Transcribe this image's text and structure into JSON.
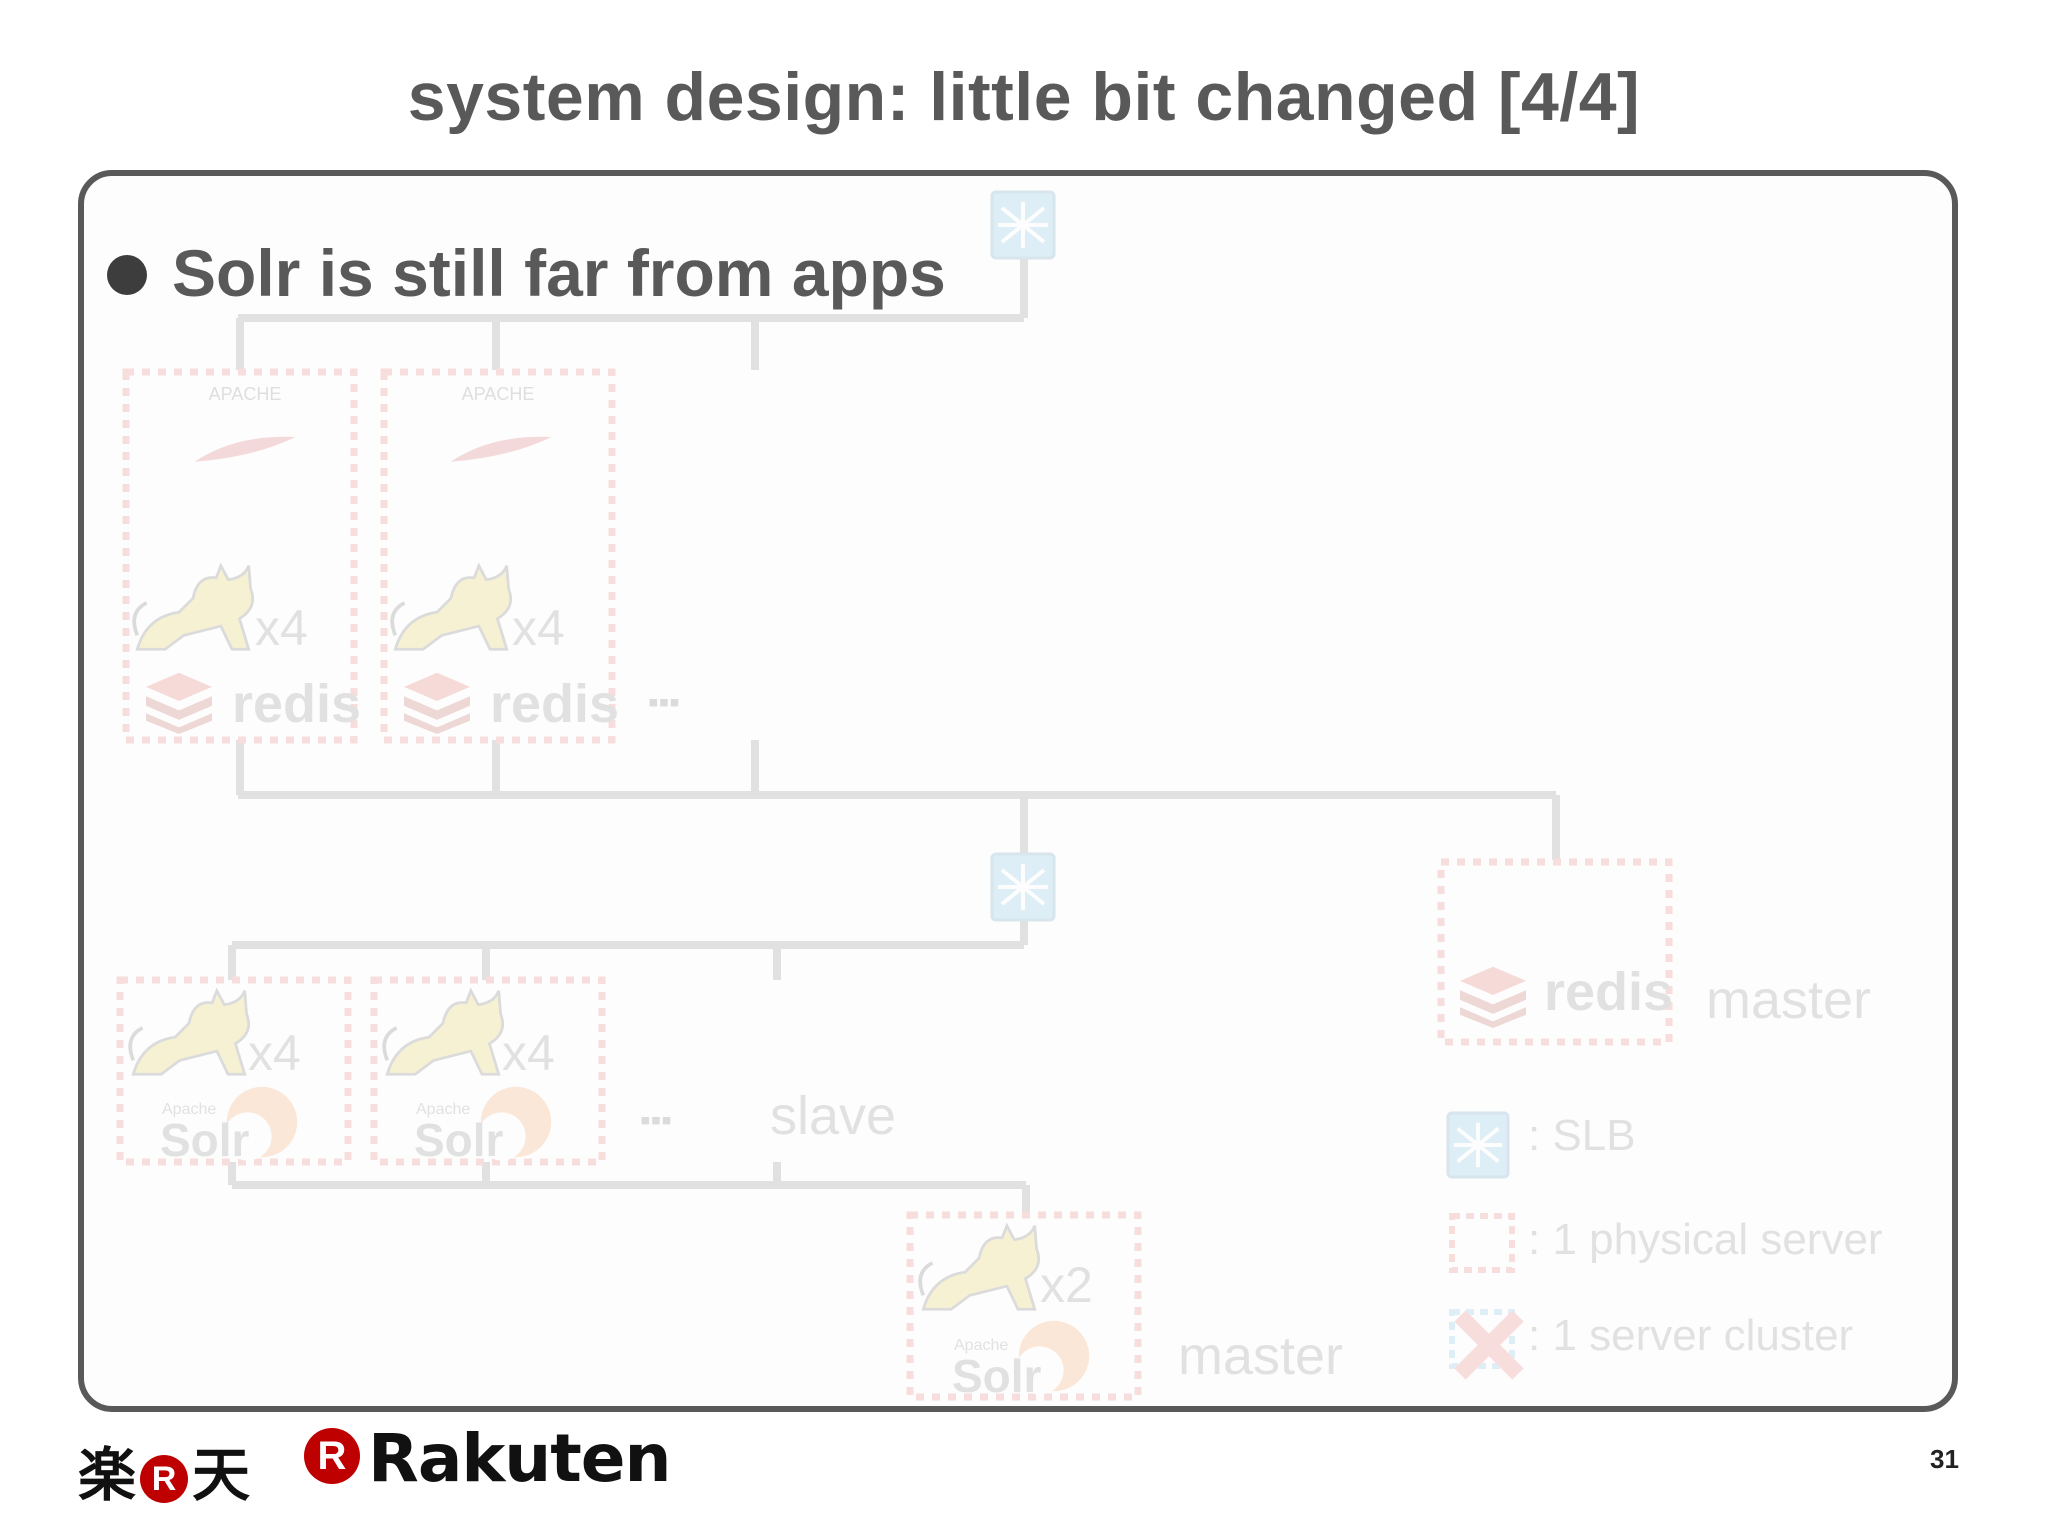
{
  "slide": {
    "title": "system design: little bit changed [4/4]",
    "bullet": "Solr is still far from apps",
    "page_number": "31"
  },
  "diagram": {
    "app_server": {
      "top_label": "APACHE",
      "multiplier": "x4",
      "cache_label": "redis"
    },
    "solr_slave": {
      "small_label": "Apache",
      "big_label": "Solr",
      "multiplier": "x4"
    },
    "ellipsis": "▪▪▪",
    "slave_label": "slave",
    "solr_master": {
      "small_label": "Apache",
      "big_label": "Solr",
      "multiplier": "x2",
      "role": "master"
    },
    "redis_master": {
      "label": "redis",
      "role": "master"
    }
  },
  "legend": {
    "slb": ": SLB",
    "physical_server": ": 1 physical server",
    "server_cluster": ": 1 server cluster"
  },
  "footer": {
    "kanji_logo_left": "楽",
    "kanji_logo_right": "天",
    "logo_mark": "R",
    "brand": "Rakuten"
  },
  "colors": {
    "title_text": "#595959",
    "frame_border": "#595959",
    "dashed_box": "#e04040",
    "slb_icon": "#3aa6d8",
    "rakuten_red": "#bf0000"
  }
}
